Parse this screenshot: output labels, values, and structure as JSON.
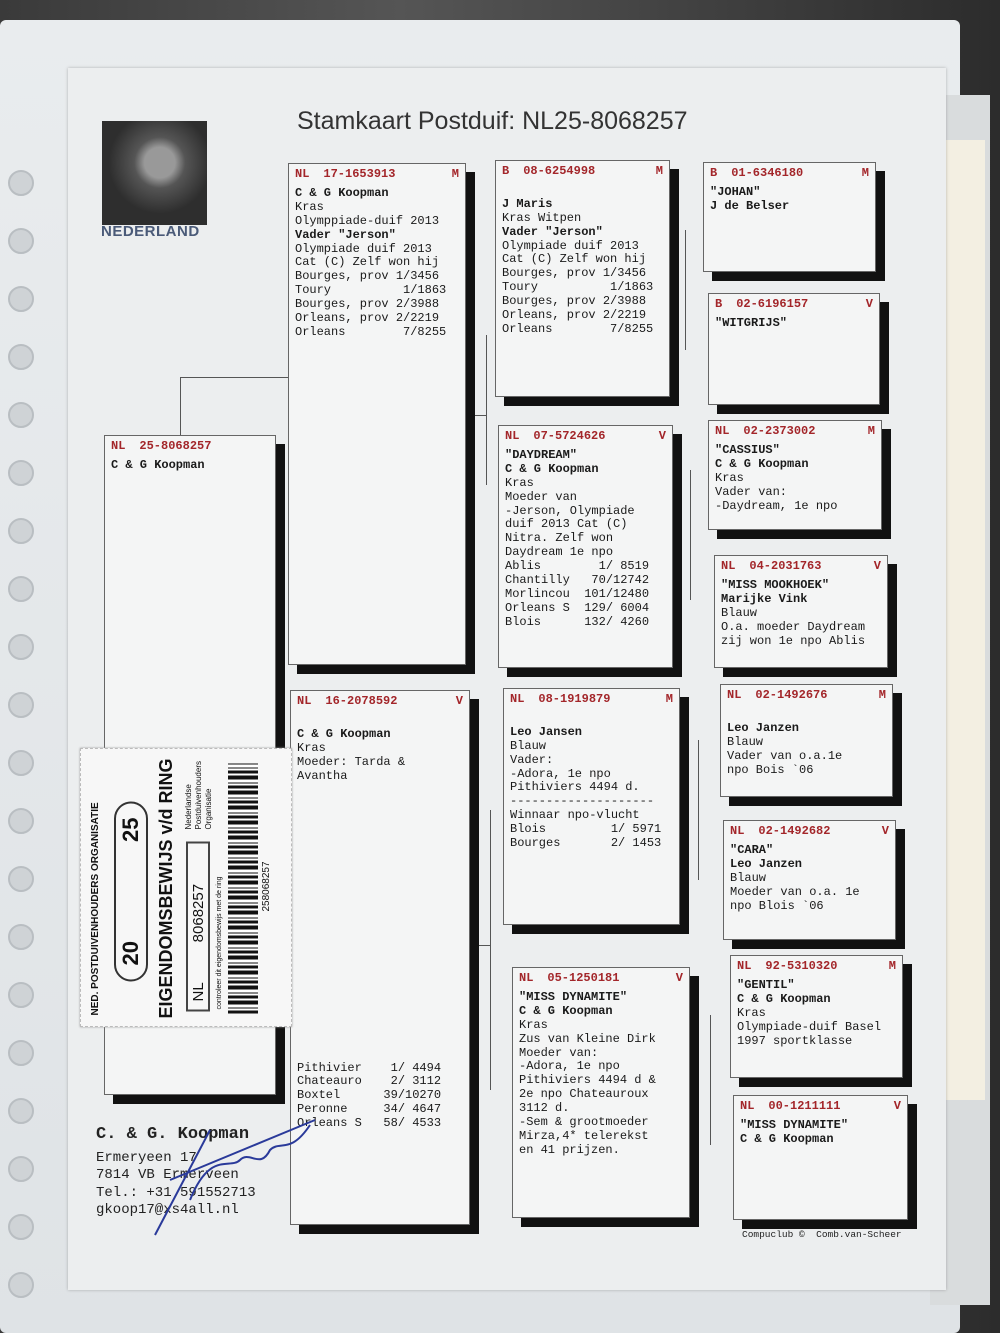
{
  "title": "Stamkaart Postduif: NL25-8068257",
  "photo_caption": "NEDERLAND",
  "boxes": [
    {
      "id": "subject",
      "prefix": "NL",
      "ring": "25-8068257",
      "sex": "",
      "lines": [
        "C & G Koopman"
      ]
    },
    {
      "id": "sire",
      "prefix": "NL",
      "ring": "17-1653913",
      "sex": "M",
      "lines": [
        "C & G Koopman",
        "Kras",
        "Olymppiade-duif 2013",
        "Vader \"Jerson\"",
        "Olympiade duif 2013",
        "Cat (C) Zelf won hij",
        "Bourges, prov 1/3456",
        "Toury          1/1863",
        "Bourges, prov 2/3988",
        "Orleans, prov 2/2219",
        "Orleans        7/8255"
      ]
    },
    {
      "id": "dam",
      "prefix": "NL",
      "ring": "16-2078592",
      "sex": "V",
      "lines": [
        "",
        "C & G Koopman",
        "Kras",
        "Moeder: Tarda &",
        "Avantha",
        "",
        "",
        "",
        "",
        "",
        "",
        "",
        "",
        "",
        "",
        "",
        "",
        "",
        "",
        "",
        "",
        "",
        "",
        "",
        "",
        "Pithivier    1/ 4494",
        "Chateauro    2/ 3112",
        "Boxtel      39/10270",
        "Peronne     34/ 4647",
        "Orleans S   58/ 4533"
      ]
    },
    {
      "id": "ss",
      "prefix": "B",
      "ring": "08-6254998",
      "sex": "M",
      "lines": [
        "",
        "J Maris",
        "Kras Witpen",
        "Vader \"Jerson\"",
        "Olympiade duif 2013",
        "Cat (C) Zelf won hij",
        "Bourges, prov 1/3456",
        "Toury          1/1863",
        "Bourges, prov 2/3988",
        "Orleans, prov 2/2219",
        "Orleans        7/8255"
      ]
    },
    {
      "id": "sd",
      "prefix": "NL",
      "ring": "07-5724626",
      "sex": "V",
      "lines": [
        "\"DAYDREAM\"",
        "C & G Koopman",
        "Kras",
        "Moeder van",
        "-Jerson, Olympiade",
        "duif 2013 Cat (C)",
        "Nitra. Zelf won",
        "Daydream 1e npo",
        "Ablis        1/ 8519",
        "Chantilly   70/12742",
        "Morlincou  101/12480",
        "Orleans S  129/ 6004",
        "Blois      132/ 4260"
      ]
    },
    {
      "id": "ds",
      "prefix": "NL",
      "ring": "08-1919879",
      "sex": "M",
      "lines": [
        "",
        "Leo Jansen",
        "Blauw",
        "Vader:",
        "-Adora, 1e npo",
        "Pithiviers 4494 d.",
        "--------------------",
        "Winnaar npo-vlucht",
        "Blois         1/ 5971",
        "Bourges       2/ 1453"
      ]
    },
    {
      "id": "dd",
      "prefix": "NL",
      "ring": "05-1250181",
      "sex": "V",
      "lines": [
        "\"MISS DYNAMITE\"",
        "C & G Koopman",
        "Kras",
        "Zus van Kleine Dirk",
        "Moeder van:",
        "-Adora, 1e npo",
        "Pithiviers 4494 d &",
        "2e npo Chateauroux",
        "3112 d.",
        "-Sem & grootmoeder",
        "Mirza,4* telerekst",
        "en 41 prijzen."
      ]
    },
    {
      "id": "sss",
      "prefix": "B",
      "ring": "01-6346180",
      "sex": "M",
      "lines": [
        "\"JOHAN\"",
        "J de Belser"
      ]
    },
    {
      "id": "ssd",
      "prefix": "B",
      "ring": "02-6196157",
      "sex": "V",
      "lines": [
        "\"WITGRIJS\""
      ]
    },
    {
      "id": "sds",
      "prefix": "NL",
      "ring": "02-2373002",
      "sex": "M",
      "lines": [
        "\"CASSIUS\"",
        "C & G Koopman",
        "Kras",
        "Vader van:",
        "-Daydream, 1e npo"
      ]
    },
    {
      "id": "sdd",
      "prefix": "NL",
      "ring": "04-2031763",
      "sex": "V",
      "lines": [
        "\"MISS MOOKHOEK\"",
        "Marijke Vink",
        "Blauw",
        "O.a. moeder Daydream",
        "zij won 1e npo Ablis"
      ]
    },
    {
      "id": "dss",
      "prefix": "NL",
      "ring": "02-1492676",
      "sex": "M",
      "lines": [
        "",
        "Leo Janzen",
        "Blauw",
        "Vader van o.a.1e",
        "npo Bois `06"
      ]
    },
    {
      "id": "dsd",
      "prefix": "NL",
      "ring": "02-1492682",
      "sex": "V",
      "lines": [
        "\"CARA\"",
        "Leo Janzen",
        "Blauw",
        "Moeder van o.a. 1e",
        "npo Blois `06"
      ]
    },
    {
      "id": "dds",
      "prefix": "NL",
      "ring": "92-5310320",
      "sex": "M",
      "lines": [
        "\"GENTIL\"",
        "C & G Koopman",
        "Kras",
        "Olympiade-duif Basel",
        "1997 sportklasse"
      ]
    },
    {
      "id": "ddd",
      "prefix": "NL",
      "ring": "00-1211111",
      "sex": "V",
      "lines": [
        "\"MISS DYNAMITE\"",
        "C & G Koopman"
      ]
    }
  ],
  "owner": {
    "name": "C. & G. Koopman",
    "address": "Ermeryeen 17",
    "city": "7814 VB Ermerveen",
    "phone": "Tel.: +31 591552713",
    "email": "gkoop17@xs4all.nl"
  },
  "footer": "Compuclub ©  Comb.van-Scheer",
  "sticker": {
    "org": "NED. POSTDUIVENHOUDERS ORGANISATIE",
    "year_left": "20",
    "year_right": "25",
    "title": "EIGENDOMSBEWIJS v/d RING",
    "npo_lines": [
      "Nederlandse",
      "Postduivenhouders",
      "Organisatie"
    ],
    "country": "NL",
    "ring_number": "8068257",
    "check_text": "controleer dit eigendomsbewijs met de ring",
    "barcode_number": "258068257"
  }
}
